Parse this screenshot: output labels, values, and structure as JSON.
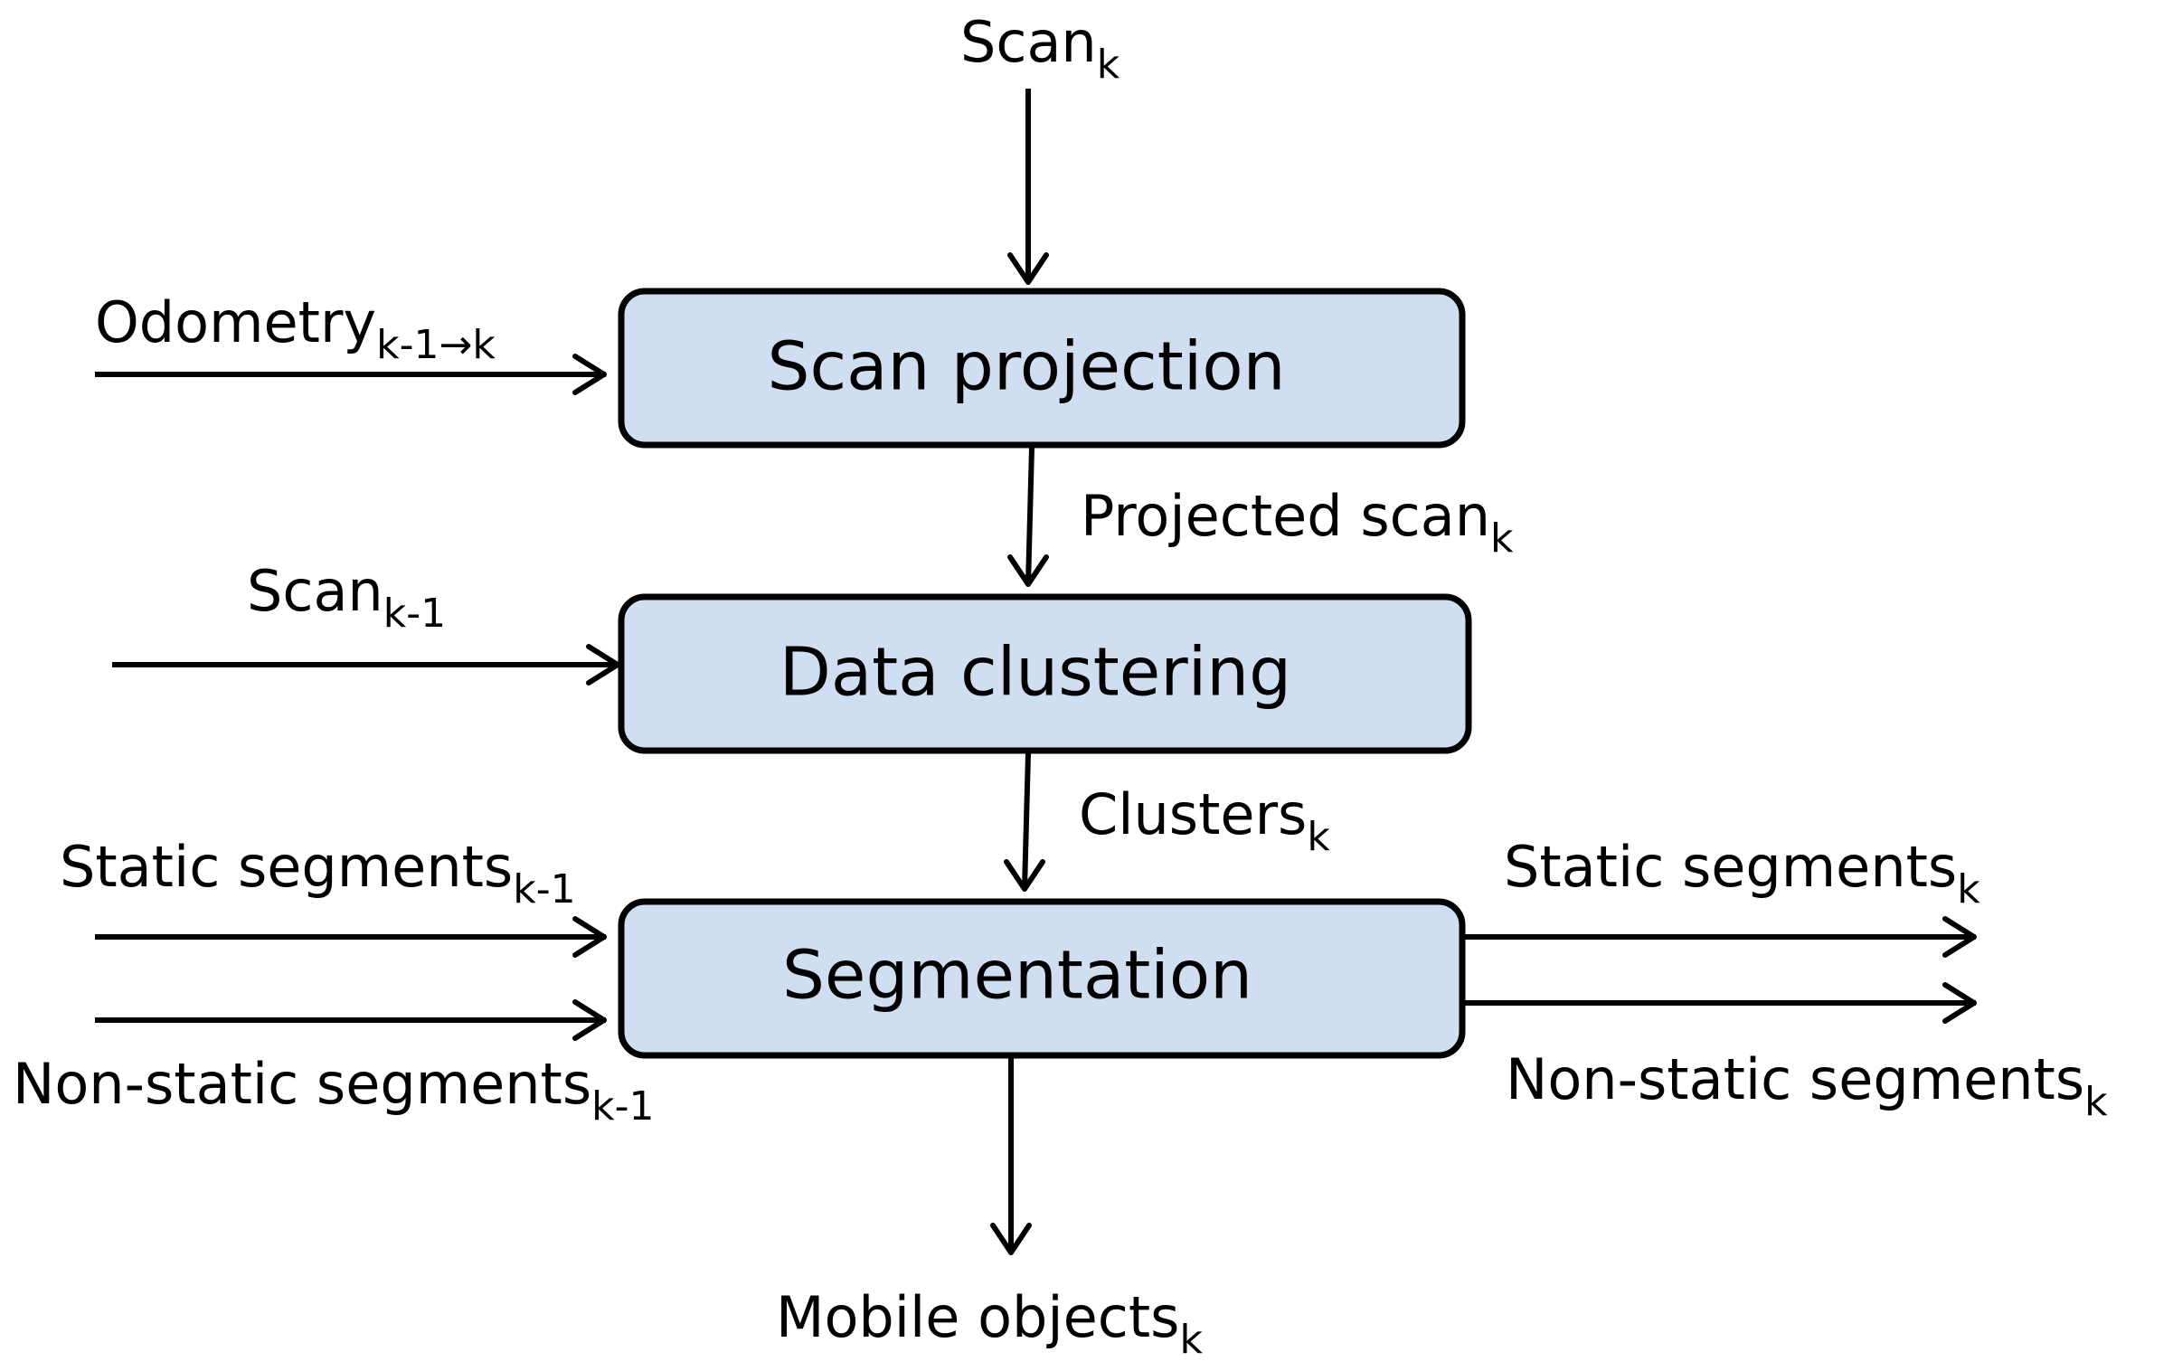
{
  "boxes": {
    "scan_projection": "Scan projection",
    "data_clustering": "Data clustering",
    "segmentation": "Segmentation"
  },
  "labels": {
    "scan_k": {
      "base": "Scan",
      "sub": "k"
    },
    "odometry": {
      "base": "Odometry",
      "sub": "k-1→k"
    },
    "projected_scan": {
      "base": "Projected scan",
      "sub": "k"
    },
    "scan_k_minus_1": {
      "base": "Scan",
      "sub": "k-1"
    },
    "clusters": {
      "base": "Clusters",
      "sub": "k"
    },
    "static_segments_in": {
      "base": "Static segments",
      "sub": "k-1"
    },
    "non_static_segments_in": {
      "base": "Non-static segments",
      "sub": "k-1"
    },
    "static_segments_out": {
      "base": "Static segments",
      "sub": "k"
    },
    "non_static_segments_out": {
      "base": "Non-static segments",
      "sub": "k"
    },
    "mobile_objects": {
      "base": "Mobile objects",
      "sub": "k"
    }
  },
  "colors": {
    "box_fill": "#cfdff1",
    "stroke": "#000000"
  }
}
